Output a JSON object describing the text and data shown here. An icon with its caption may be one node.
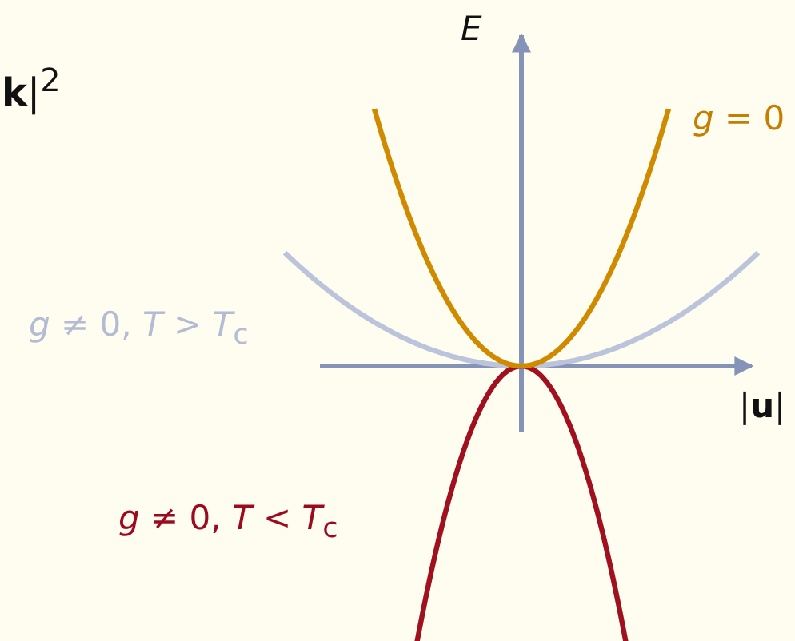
{
  "diagram": {
    "labels": [
      "**k**|$^{2}$",
      "*E*",
      "*g* = 0",
      "*g* ≠ 0, *T* > *T*$_{c}$",
      "|**u**|",
      "*g* ≠ 0, *T* < *T*$_{c}$"
    ]
  }
}
